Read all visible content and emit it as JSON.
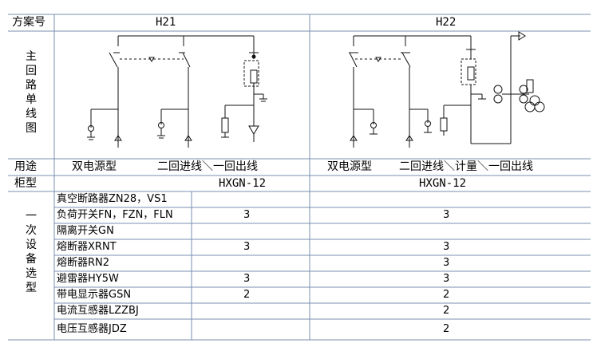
{
  "table": {
    "header_label": "方案号",
    "scheme_h21": "H21",
    "scheme_h22": "H22",
    "row_diagram_label": "主回路单线图",
    "row_use_label": "用途",
    "h21_use_type": "双电源型",
    "h21_use_desc": "二回进线＼一回出线",
    "h22_use_type": "双电源型",
    "h22_use_desc": "二回进线＼计量＼一回出线",
    "row_cabinet_label": "柜型",
    "h21_cabinet": "HXGN-12",
    "h22_cabinet": "HXGN-12",
    "row_equipment_label": "一次设备选型",
    "equipment": [
      {
        "name": "真空断路器ZN28，VS1",
        "h21": "",
        "h22": ""
      },
      {
        "name": "负荷开关FN，FZN，FLN",
        "h21": "3",
        "h22": "3"
      },
      {
        "name": "隔离开关GN",
        "h21": "",
        "h22": ""
      },
      {
        "name": "熔断器XRNT",
        "h21": "3",
        "h22": "3"
      },
      {
        "name": "熔断器RN2",
        "h21": "",
        "h22": "3"
      },
      {
        "name": "避雷器HY5W",
        "h21": "3",
        "h22": "3"
      },
      {
        "name": "带电显示器GSN",
        "h21": "2",
        "h22": "2"
      },
      {
        "name": "电流互感器LZZBJ",
        "h21": "",
        "h22": "2"
      },
      {
        "name": "电压互感器JDZ",
        "h21": "",
        "h22": "2"
      }
    ]
  }
}
